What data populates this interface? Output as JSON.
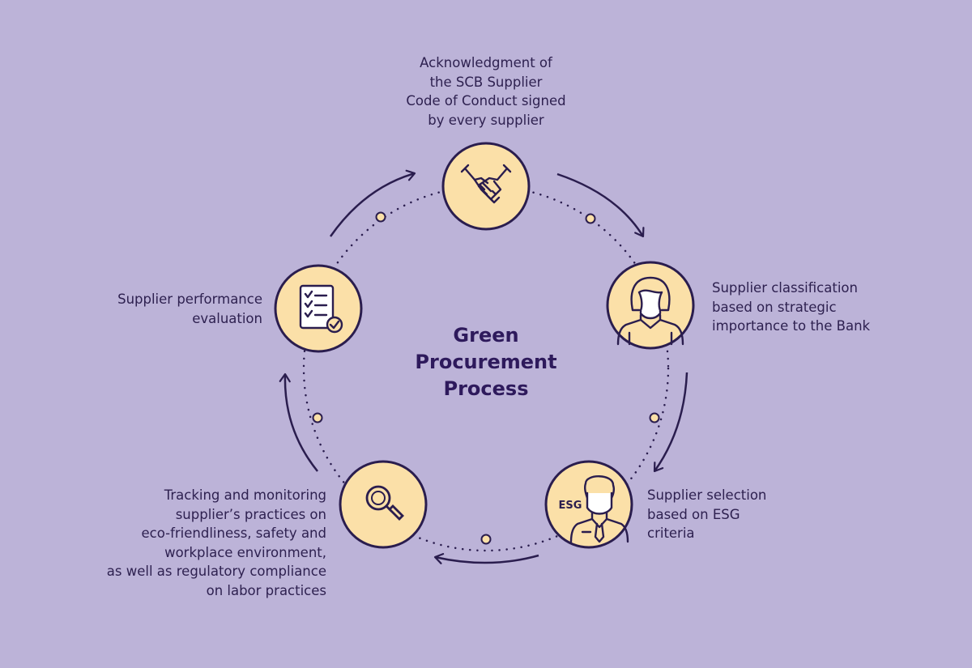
{
  "title": {
    "lines": [
      "Green",
      "Procurement",
      "Process"
    ]
  },
  "steps": [
    {
      "icon": "handshake-icon",
      "lines": [
        "Acknowledgment of",
        "the SCB Supplier",
        "Code of Conduct signed",
        "by every supplier"
      ]
    },
    {
      "icon": "woman-person-icon",
      "lines": [
        "Supplier classification",
        "based on strategic",
        "importance to the Bank"
      ]
    },
    {
      "icon": "businessman-esg-icon",
      "badge": "ESG",
      "lines": [
        "Supplier selection",
        "based on ESG",
        "criteria"
      ]
    },
    {
      "icon": "magnifier-icon",
      "lines": [
        "Tracking and monitoring",
        "supplier’s practices on",
        "eco-friendliness, safety and",
        "workplace environment,",
        "as well as regulatory compliance",
        "on labor practices"
      ]
    },
    {
      "icon": "checklist-icon",
      "lines": [
        "Supplier performance",
        "evaluation"
      ]
    }
  ],
  "colors": {
    "background": "#bcb3d8",
    "circle_fill": "#fbe0a8",
    "stroke": "#2a1d4e",
    "title": "#2e1a5c"
  }
}
